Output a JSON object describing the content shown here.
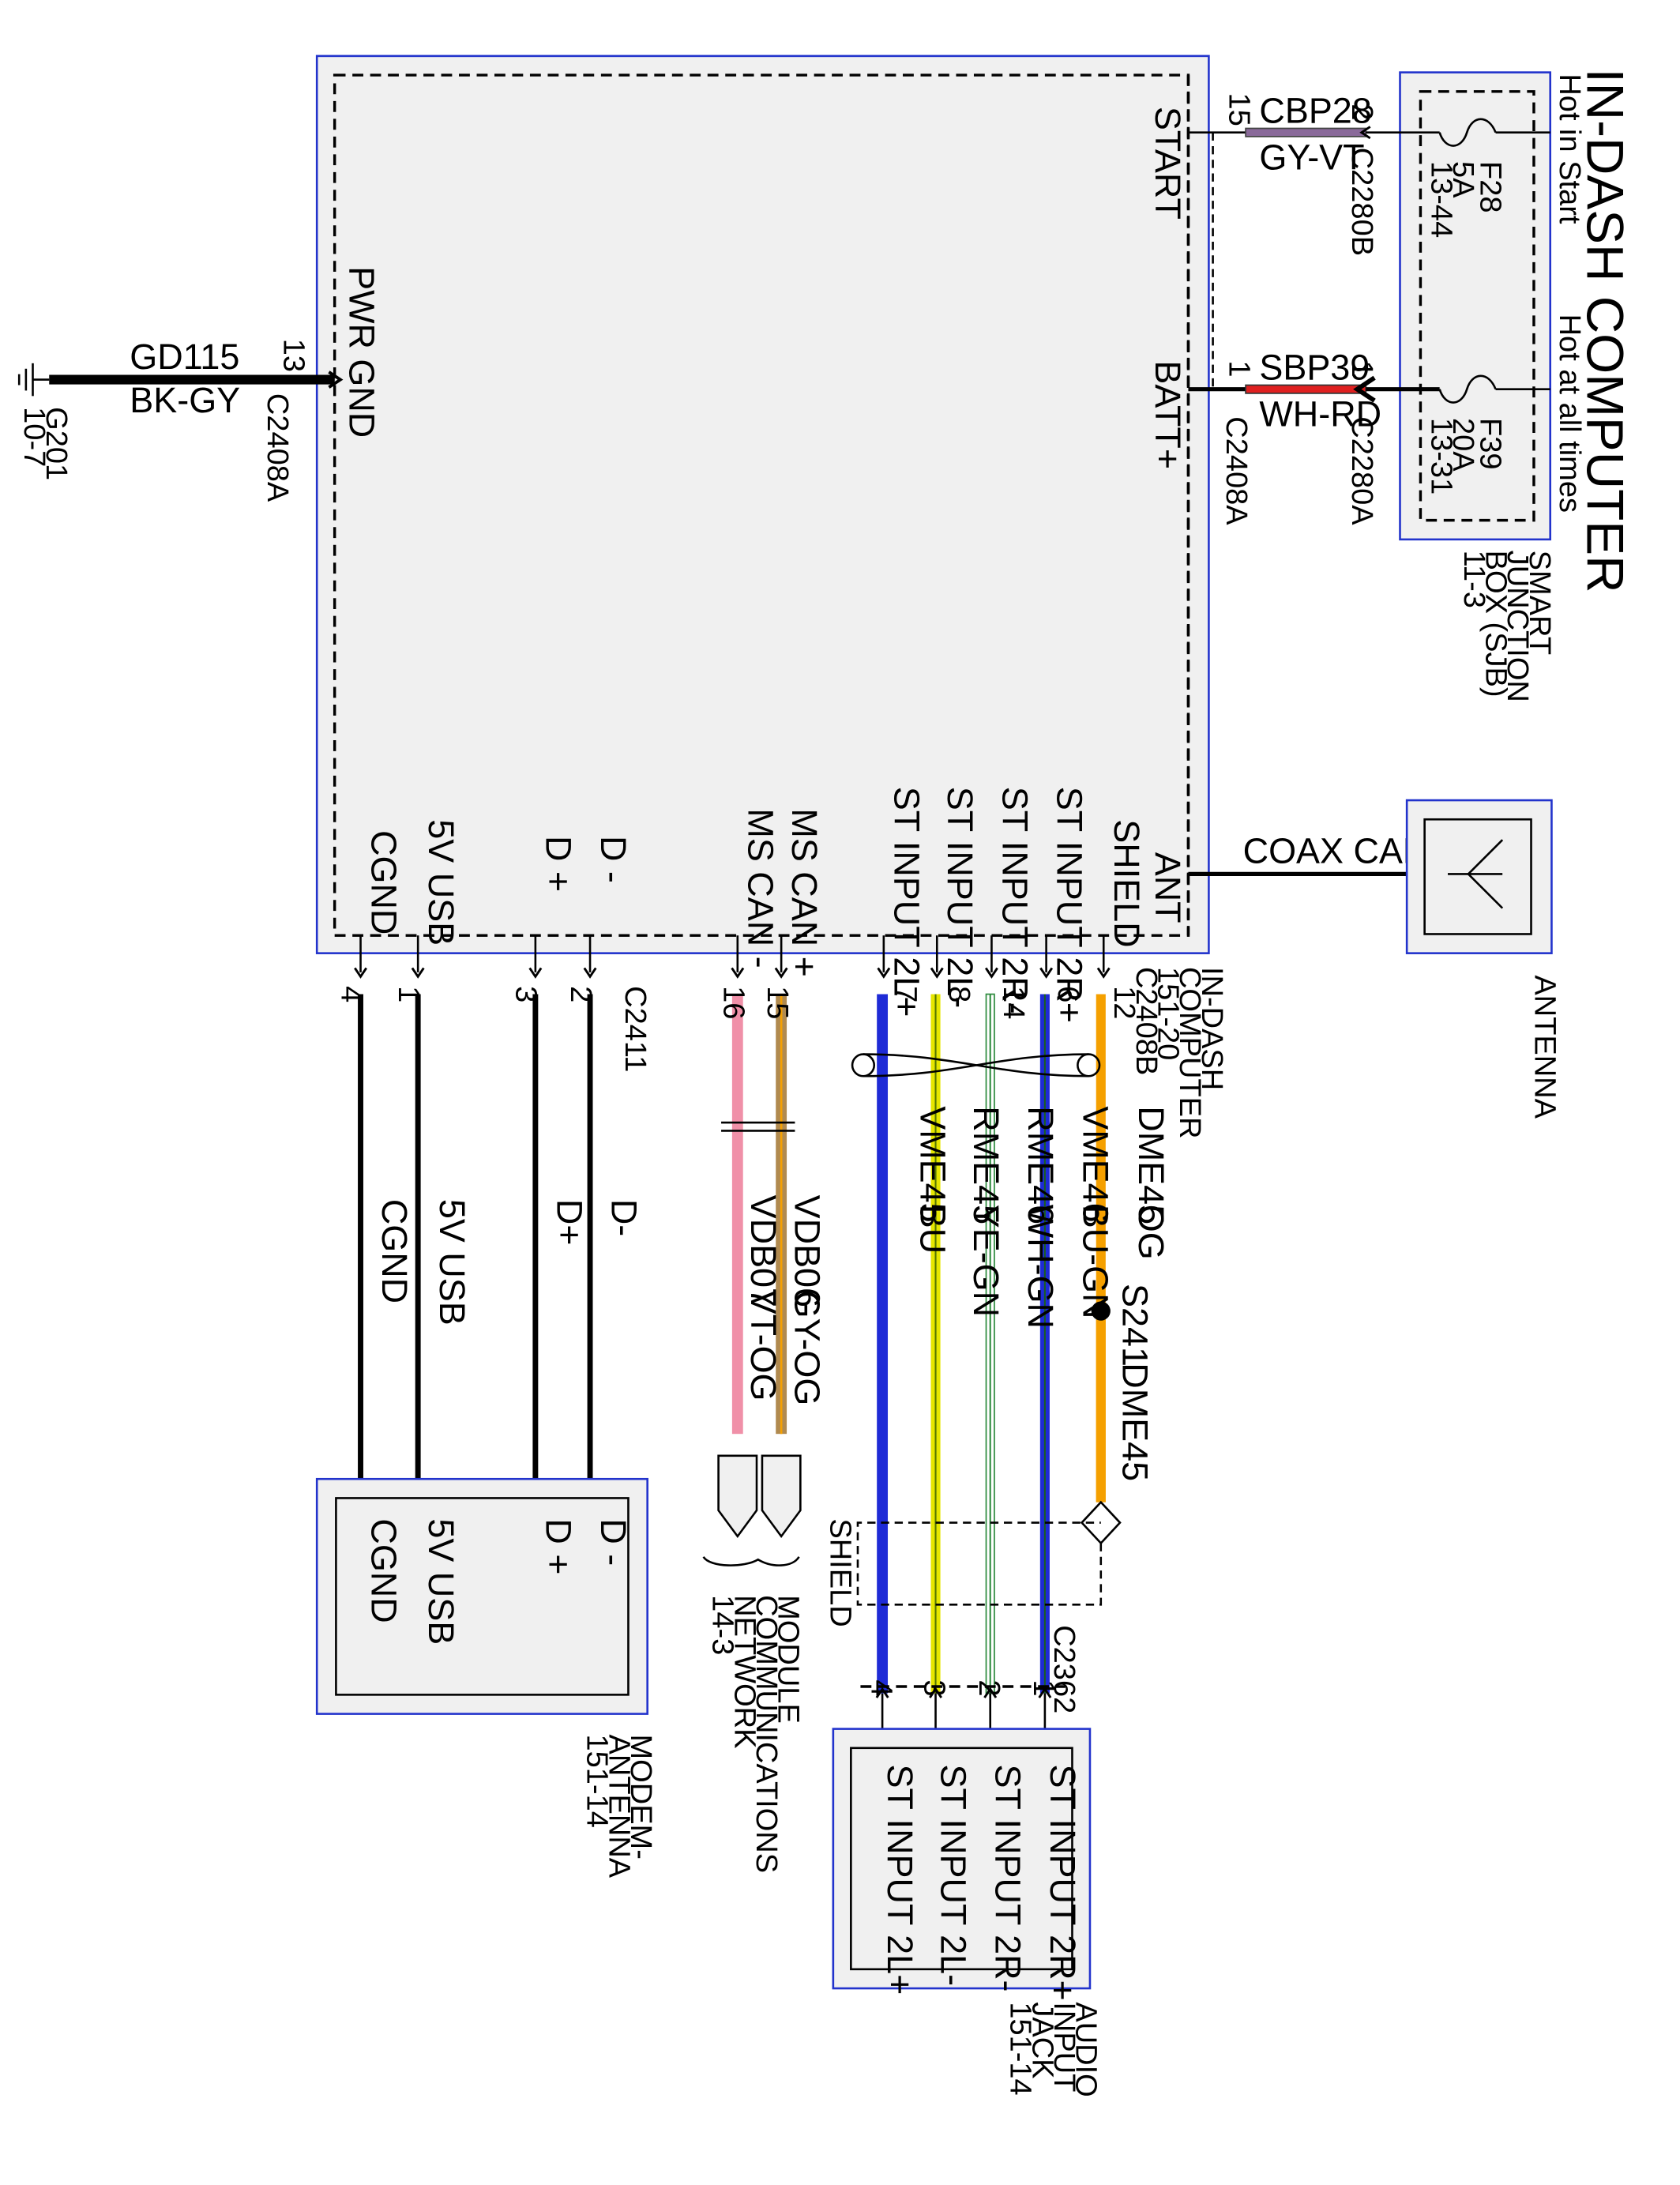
{
  "title": "IN-DASH COMPUTER",
  "colors": {
    "box_border": "#2233cc",
    "inner_fill": "#f0f0f0",
    "wire_black": "#000000",
    "purple_stripe": "#8a6a9a",
    "red": "#e02020",
    "orange": "#f5a000",
    "blue": "#1e2bd6",
    "yellow": "#e6e600",
    "green": "#2e8b3e",
    "pink": "#f090a8",
    "gray_orange": "#b08a50"
  },
  "power": {
    "hot_in_start": "Hot in Start",
    "hot_at_all_times": "Hot at all times",
    "sjb": {
      "l1": "SMART",
      "l2": "JUNCTION",
      "l3": "BOX (SJB)",
      "l4": "11-3"
    },
    "fuse_f28": {
      "name": "F28",
      "rating": "5A",
      "ref": "13-44"
    },
    "fuse_f39": {
      "name": "F39",
      "rating": "20A",
      "ref": "13-31"
    },
    "start_wire": {
      "pin_module": "15",
      "circuit": "CBP28",
      "color": "GY-VT",
      "pin_sjb": "2",
      "connector": "C2280B"
    },
    "batt_wire": {
      "pin_module": "1",
      "circuit": "SBP39",
      "color": "WH-RD",
      "pin_sjb": "1",
      "connector_module": "C2408A",
      "connector_sjb": "C2280A"
    }
  },
  "module": {
    "start": "START",
    "batt": "BATT+",
    "pwr_gnd": "PWR GND",
    "ant": "ANT",
    "pins_bottom": [
      "SHIELD",
      "ST INPUT 2R+",
      "ST INPUT 2R-",
      "ST INPUT 2L-",
      "ST INPUT 2L+",
      "MS CAN +",
      "MS CAN -",
      "D -",
      "D +",
      "5V USB",
      "CGND"
    ],
    "label": {
      "l1": "IN-DASH",
      "l2": "COMPUTER",
      "l3": "151-20"
    },
    "connector_c2408b": "C2408B",
    "connector_c2411": "C2411"
  },
  "ground": {
    "pin": "13",
    "circuit": "GD115",
    "color": "BK-GY",
    "connector": "C2408A",
    "ground_point": "G201",
    "ground_ref": "10-7"
  },
  "antenna": {
    "cable": "COAX CABLE",
    "label": "ANTENNA"
  },
  "audio_wires": [
    {
      "pin_top": "12",
      "circuit": "DME45",
      "color": "OG",
      "pin_bottom": ""
    },
    {
      "pin_top": "6",
      "circuit": "VME46",
      "color": "BU-GN",
      "pin_bottom": "1"
    },
    {
      "pin_top": "14",
      "circuit": "RME46",
      "color": "WH-GN",
      "pin_bottom": "2"
    },
    {
      "pin_top": "8",
      "circuit": "RME45",
      "color": "YE-GN",
      "pin_bottom": "3"
    },
    {
      "pin_top": "7",
      "circuit": "VME45",
      "color": "BU",
      "pin_bottom": "4"
    }
  ],
  "splice": {
    "name": "S241",
    "circuit": "DME45"
  },
  "shield_label": "SHIELD",
  "connector_c2362": "C2362",
  "audio_jack": {
    "pins": [
      "ST INPUT 2R+",
      "ST INPUT 2R-",
      "ST INPUT 2L-",
      "ST INPUT 2L+"
    ],
    "l1": "AUDIO",
    "l2": "INPUT",
    "l3": "JACK",
    "l4": "151-14"
  },
  "can_wires": [
    {
      "pin": "15",
      "circuit": "VDB06",
      "color": "GY-OG"
    },
    {
      "pin": "16",
      "circuit": "VDB07",
      "color": "VT-OG"
    }
  ],
  "network": {
    "l1": "MODULE",
    "l2": "COMMUNICATIONS",
    "l3": "NETWORK",
    "l4": "14-3"
  },
  "usb_wires": [
    {
      "pin": "2",
      "label": "D-"
    },
    {
      "pin": "3",
      "label": "D+"
    },
    {
      "pin": "1",
      "label": "5V USB"
    },
    {
      "pin": "4",
      "label": "CGND"
    }
  ],
  "modem": {
    "pins": [
      "D -",
      "D +",
      "5V USB",
      "CGND"
    ],
    "l1": "MODEM-",
    "l2": "ANTENNA",
    "l3": "151-14"
  }
}
